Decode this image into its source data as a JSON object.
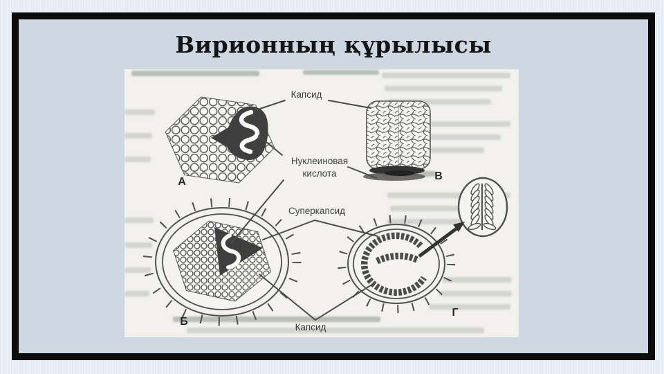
{
  "slide": {
    "title": "Вирионның құрылысы"
  },
  "figure": {
    "labels": {
      "capsid_top": "Капсид",
      "nucleic_acid_line1": "Нуклеиновая",
      "nucleic_acid_line2": "кислота",
      "supercapsid": "Суперкапсид",
      "capsid_bottom": "Капсид"
    },
    "panels": {
      "a": "А",
      "b": "Б",
      "v": "В",
      "g": "Г"
    }
  },
  "palette": {
    "slide_background": "#cdd8e3",
    "frame_border": "#0c0c0c",
    "scan_paper": "#f2f1ed",
    "diagram_ink": "#4a4a4a",
    "title_color": "#151515"
  }
}
